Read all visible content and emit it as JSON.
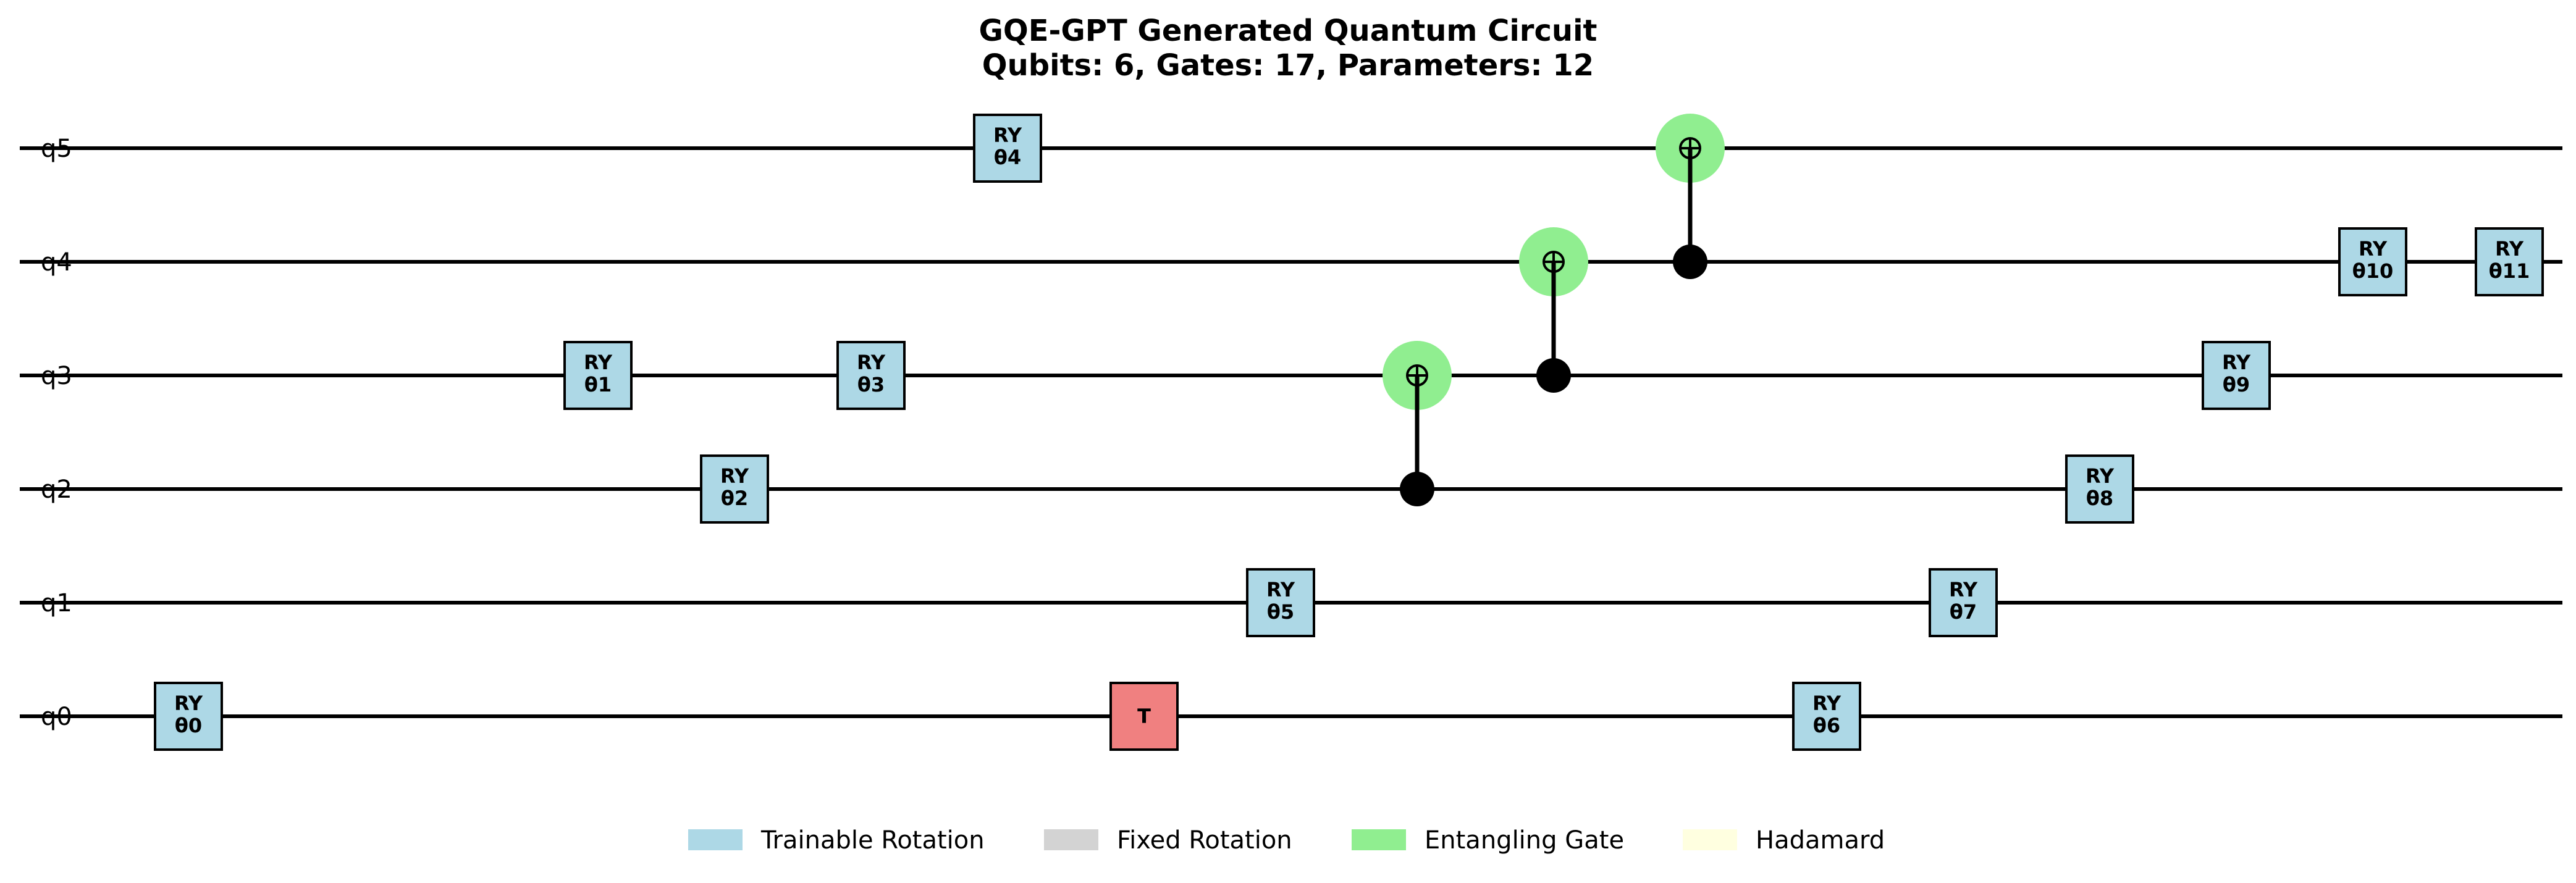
{
  "title": {
    "line1": "GQE-GPT Generated Quantum Circuit",
    "line2": "Qubits: 6, Gates: 17, Parameters: 12"
  },
  "qubits": [
    "q0",
    "q1",
    "q2",
    "q3",
    "q4",
    "q5"
  ],
  "colors": {
    "wire": "#000000",
    "trainable_rotation": "#add8e6",
    "fixed_rotation": "#d3d3d3",
    "entangling": "#90ee90",
    "hadamard": "#ffffe0",
    "other_gate": "#f08080"
  },
  "gates": [
    {
      "kind": "rotation",
      "qubit": 0,
      "step": 1,
      "name": "RY",
      "param": "θ0",
      "color": "#add8e6"
    },
    {
      "kind": "rotation",
      "qubit": 3,
      "step": 4,
      "name": "RY",
      "param": "θ1",
      "color": "#add8e6"
    },
    {
      "kind": "rotation",
      "qubit": 2,
      "step": 5,
      "name": "RY",
      "param": "θ2",
      "color": "#add8e6"
    },
    {
      "kind": "rotation",
      "qubit": 3,
      "step": 6,
      "name": "RY",
      "param": "θ3",
      "color": "#add8e6"
    },
    {
      "kind": "rotation",
      "qubit": 5,
      "step": 7,
      "name": "RY",
      "param": "θ4",
      "color": "#add8e6"
    },
    {
      "kind": "single",
      "qubit": 0,
      "step": 8,
      "name": "T",
      "param": "",
      "color": "#f08080"
    },
    {
      "kind": "rotation",
      "qubit": 1,
      "step": 9,
      "name": "RY",
      "param": "θ5",
      "color": "#add8e6"
    },
    {
      "kind": "cnot",
      "control": 2,
      "target": 3,
      "step": 10
    },
    {
      "kind": "cnot",
      "control": 3,
      "target": 4,
      "step": 11
    },
    {
      "kind": "cnot",
      "control": 4,
      "target": 5,
      "step": 12
    },
    {
      "kind": "rotation",
      "qubit": 0,
      "step": 13,
      "name": "RY",
      "param": "θ6",
      "color": "#add8e6"
    },
    {
      "kind": "rotation",
      "qubit": 1,
      "step": 14,
      "name": "RY",
      "param": "θ7",
      "color": "#add8e6"
    },
    {
      "kind": "rotation",
      "qubit": 2,
      "step": 15,
      "name": "RY",
      "param": "θ8",
      "color": "#add8e6"
    },
    {
      "kind": "rotation",
      "qubit": 3,
      "step": 16,
      "name": "RY",
      "param": "θ9",
      "color": "#add8e6"
    },
    {
      "kind": "rotation",
      "qubit": 4,
      "step": 17,
      "name": "RY",
      "param": "θ10",
      "color": "#add8e6"
    },
    {
      "kind": "rotation",
      "qubit": 4,
      "step": 18,
      "name": "RY",
      "param": "θ11",
      "color": "#add8e6"
    }
  ],
  "legend": [
    {
      "label": "Trainable Rotation",
      "color": "#add8e6"
    },
    {
      "label": "Fixed Rotation",
      "color": "#d3d3d3"
    },
    {
      "label": "Entangling Gate",
      "color": "#90ee90"
    },
    {
      "label": "Hadamard",
      "color": "#ffffe0"
    }
  ]
}
